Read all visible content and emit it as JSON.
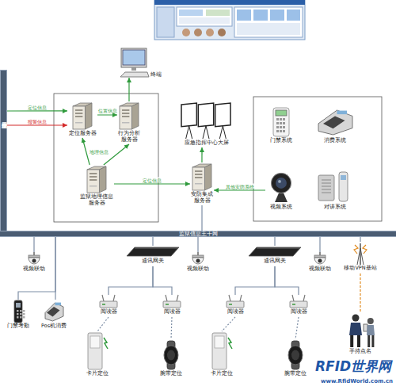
{
  "diagram": {
    "nodes": [
      {
        "text": [
          "终端"
        ]
      },
      {
        "text": [
          "监狱信息专用网"
        ]
      },
      {
        "text": [
          "定位服务器"
        ]
      },
      {
        "text": [
          "行为分析服务器"
        ]
      },
      {
        "text": [
          "监狱地理信息服务器"
        ]
      },
      {
        "text": [
          "应急指挥中心大屏"
        ]
      },
      {
        "text": [
          "安防集成服务器"
        ]
      },
      {
        "text": [
          "门禁系统"
        ]
      },
      {
        "text": [
          "消费系统"
        ]
      },
      {
        "text": [
          "视频系统"
        ]
      },
      {
        "text": [
          "对讲系统"
        ]
      },
      {
        "text": [
          "监狱信息主干网"
        ]
      },
      {
        "text": [
          "视频联动"
        ]
      },
      {
        "text": [
          "门禁考勤"
        ]
      },
      {
        "text": [
          "Pos机消费"
        ]
      },
      {
        "text": [
          "通讯网关"
        ]
      },
      {
        "text": [
          "视频联动"
        ]
      },
      {
        "text": [
          "阅读器"
        ]
      },
      {
        "text": [
          "阅读器"
        ]
      },
      {
        "text": [
          "卡片定位"
        ]
      },
      {
        "text": [
          "腕带定位"
        ]
      },
      {
        "text": [
          "通讯网关"
        ]
      },
      {
        "text": [
          "视频联动"
        ]
      },
      {
        "text": [
          "阅读器"
        ]
      },
      {
        "text": [
          "阅读器"
        ]
      },
      {
        "text": [
          "卡片定位"
        ]
      },
      {
        "text": [
          "腕带定位"
        ]
      },
      {
        "text": [
          "移动VPN基站"
        ]
      },
      {
        "text": [
          "手持点名"
        ]
      }
    ],
    "edges": [
      {
        "from": 1,
        "to": 2,
        "label": "定位信息",
        "arrow": "to"
      },
      {
        "from": 1,
        "to": 2,
        "label": "报警信息",
        "arrow": "to"
      },
      {
        "from": 2,
        "to": 3,
        "label": "位置信息",
        "arrow": "to"
      },
      {
        "from": 4,
        "to": 2,
        "label": "地理信息",
        "arrow": "to"
      },
      {
        "from": 4,
        "to": 3,
        "arrow": "to"
      },
      {
        "from": 3,
        "to": 0,
        "arrow": "to"
      },
      {
        "from": 4,
        "to": 6,
        "label": "定位信息",
        "arrow": "to"
      },
      {
        "from": 9,
        "to": 6,
        "label": "其他安防系统",
        "arrow": "to"
      },
      {
        "from": 6,
        "to": 5,
        "arrow": "to"
      },
      {
        "from": 6,
        "to": 11,
        "arrow": "none"
      },
      {
        "from": 11,
        "to": 12,
        "arrow": "none"
      },
      {
        "from": 11,
        "to": 13,
        "arrow": "none"
      },
      {
        "from": 11,
        "to": 14,
        "arrow": "none"
      },
      {
        "from": 11,
        "to": 15,
        "arrow": "none"
      },
      {
        "from": 15,
        "to": 17,
        "arrow": "none"
      },
      {
        "from": 15,
        "to": 18,
        "arrow": "none"
      },
      {
        "from": 17,
        "to": 19,
        "arrow": "none"
      },
      {
        "from": 18,
        "to": 20,
        "arrow": "none"
      },
      {
        "from": 11,
        "to": 16,
        "arrow": "none"
      },
      {
        "from": 11,
        "to": 21,
        "arrow": "none"
      },
      {
        "from": 21,
        "to": 23,
        "arrow": "none"
      },
      {
        "from": 21,
        "to": 24,
        "arrow": "none"
      },
      {
        "from": 23,
        "to": 25,
        "arrow": "none"
      },
      {
        "from": 24,
        "to": 26,
        "arrow": "none"
      },
      {
        "from": 11,
        "to": 22,
        "arrow": "none"
      },
      {
        "from": 11,
        "to": 27,
        "arrow": "none"
      },
      {
        "from": 27,
        "to": 28,
        "arrow": "none"
      }
    ],
    "labels": [
      "RFID世界网",
      "www.RfidWorld.com.cn"
    ]
  }
}
